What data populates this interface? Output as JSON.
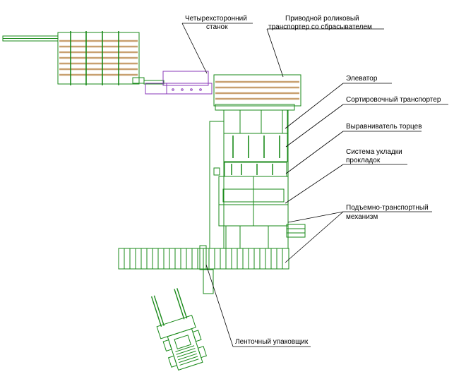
{
  "labels": {
    "planer_line1": "Четырехсторонний",
    "planer_line2": "станок",
    "roller_line1": "Приводной роликовый",
    "roller_line2": "транспортер со сбрасывателем",
    "elevator": "Элеватор",
    "sorting": "Сортировочный транспортер",
    "aligner": "Выравниватель торцев",
    "sticker_line1": "Система укладки",
    "sticker_line2": "прокладок",
    "lift_line1": "Подъемно-транспортный",
    "lift_line2": "механизм",
    "strapper": "Ленточный упаковщик"
  },
  "colors": {
    "machine": "#1a8a1a",
    "lumber": "#c8a070",
    "planer": "#8a3ab9",
    "leader": "#000000"
  }
}
